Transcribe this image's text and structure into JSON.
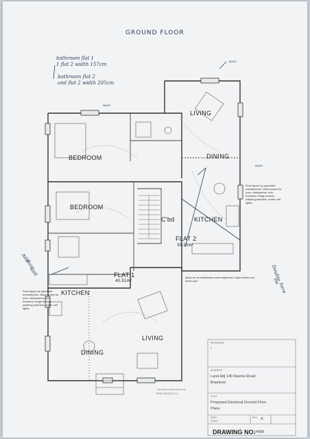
{
  "sheet": {
    "title": "GROUND FLOOR",
    "scale_bar": "TRUE SCALE AT 1:1"
  },
  "handwritten": {
    "bath_note_line1": "bathroom flat 1",
    "bath_note_line2": "1 flat 2 width 157cm",
    "bath_note_line3": "bathroom flat 2",
    "bath_note_line4": "and flat 2 width 205cm",
    "left_margin_1": "Add",
    "left_margin_2": "door",
    "left_margin_3": "unit",
    "right_margin_1": "Double",
    "right_margin_2": "sw",
    "right_margin_3": "here",
    "rain_label_top": "RAIN",
    "rain_label_upper": "RAIN",
    "rain_label_right": "RAIN"
  },
  "rooms": {
    "bedroom_1": "BEDROOM",
    "bedroom_2": "BEDROOM",
    "living_1": "LIVING",
    "dining_1": "DINING",
    "cbd": "C'bd",
    "kitchen_2": "KITCHEN",
    "flat_2": "FLAT 2",
    "flat_2_area": "39.33m²",
    "flat_1": "FLAT 1",
    "flat_1_area": "40.51m²",
    "kitchen_1": "KITCHEN",
    "living_2": "LIVING",
    "dining_2": "DINING"
  },
  "notes": {
    "right_kitchen": "Final layout by specialist manufacturer. Allow power for oven, dishwasher, hob. Extractor, fridge freezer, washing machine, under unit lights.",
    "left_kitchen": "Final layout by specialist manufacturer. Allow power for oven, dishwasher, hob. Extractor, fridge freezer, washing machine, under unit lights.",
    "mid_note": "Allow for an additional socket adjacent to light switch and fused spur"
  },
  "title_block": {
    "revisions_label": "REVISIONS",
    "rev_a": "A",
    "address_label": "ADDRESS",
    "address_line1": "Land Adj 140 Ravine Road",
    "address_line2": "Braintree",
    "title_label": "TITLE",
    "title_line1": "Proposed Electrical Ground Floor",
    "title_line2": "Plans",
    "date_label": "DATE",
    "scale_label": "SCALE",
    "rev_label": "REV",
    "rev_value": "A",
    "drawing_no_label": "DRAWING NO.",
    "drawing_no_value": "14088"
  }
}
